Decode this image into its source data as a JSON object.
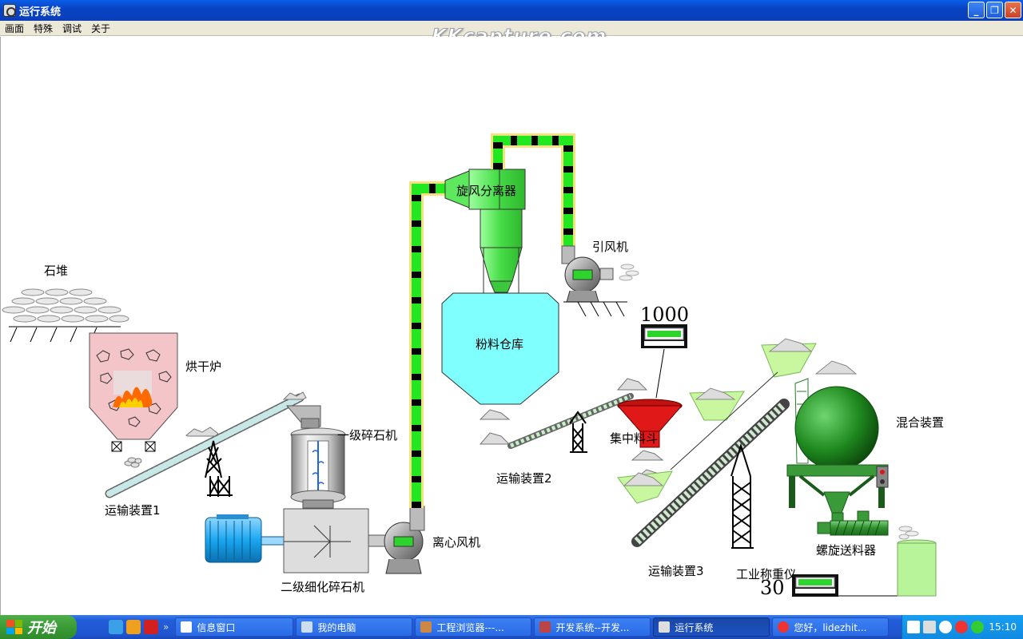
{
  "window": {
    "title": "运行系统"
  },
  "menu": {
    "items": [
      "画面",
      "特殊",
      "调试",
      "关于"
    ]
  },
  "watermark": "KKcapture.com",
  "process": {
    "stone_pile": "石堆",
    "dryer": "烘干炉",
    "conveyor1": "运输装置1",
    "primary_crusher": "一级碎石机",
    "secondary_crusher": "二级细化碎石机",
    "centrifugal_fan": "离心风机",
    "cyclone": "旋风分离器",
    "induced_fan": "引风机",
    "powder_silo": "粉料仓库",
    "conveyor2": "运输装置2",
    "hopper": "集中料斗",
    "conveyor3": "运输装置3",
    "scale": "工业称重仪",
    "mixer": "混合装置",
    "screw_feeder": "螺旋送料器",
    "hopper_weight": "1000",
    "scale_weight": "30"
  },
  "colors": {
    "pipe": "#22e822",
    "pipe_border": "#f3e37a",
    "silo": "#80ffff",
    "cyclone": "#6af06a",
    "hopper": "#e01818",
    "mixer": "#1f8a1f",
    "dryer": "#f3c4c8"
  },
  "taskbar": {
    "start_label": "开始",
    "quicklaunch_more": "»",
    "tasks": [
      {
        "label": "信息窗口",
        "active": false
      },
      {
        "label": "我的电脑",
        "active": false
      },
      {
        "label": "工程浏览器---...",
        "active": false
      },
      {
        "label": "开发系统--开发...",
        "active": false
      },
      {
        "label": "运行系统",
        "active": true
      },
      {
        "label": "您好，lidezhit...",
        "active": false
      }
    ],
    "clock": "15:10"
  }
}
